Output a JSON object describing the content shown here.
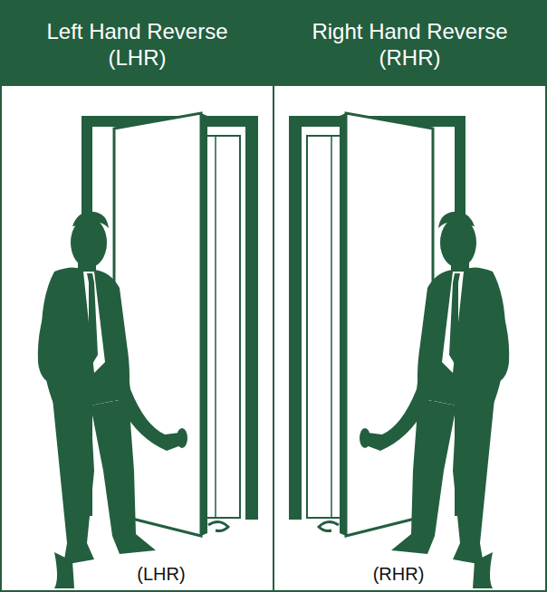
{
  "diagram": {
    "nodes": [
      {
        "text": [
          "Left Hand Reverse (LHR)"
        ]
      },
      {
        "text": [
          "Right Hand Reverse (RHR)"
        ]
      }
    ],
    "labels": [
      "(LHR)",
      "(RHR)"
    ]
  }
}
